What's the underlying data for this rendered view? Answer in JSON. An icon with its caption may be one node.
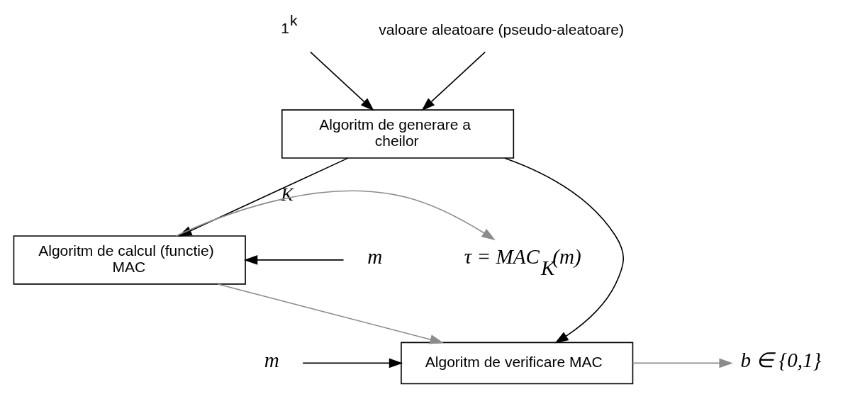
{
  "diagram": {
    "nodes": [
      {
        "text": [
          "1$^{k}$"
        ]
      },
      {
        "text": [
          "valoare aleatoare (pseudo-aleatoare)"
        ]
      },
      {
        "text": [
          "Algoritm de generare a cheilor"
        ]
      },
      {
        "text": [
          "Algoritm de calcul (functie) MAC"
        ]
      },
      {
        "text": [
          "Algoritm de verificare MAC"
        ]
      },
      {
        "text": [
          "m"
        ]
      },
      {
        "text": [
          "τ = MAC$_{K}$(m)"
        ]
      },
      {
        "text": [
          "b ∈ {0,1}"
        ]
      },
      {
        "text": [
          "m"
        ]
      }
    ],
    "edges": [
      {
        "from": 0,
        "to": 2,
        "arrow": "to"
      },
      {
        "from": 1,
        "to": 2,
        "arrow": "to"
      },
      {
        "from": 2,
        "to": 3,
        "arrow": "to",
        "label": "K"
      },
      {
        "from": 2,
        "to": 4,
        "arrow": "to"
      },
      {
        "from": 5,
        "to": 3,
        "arrow": "to"
      },
      {
        "from": 3,
        "to": 6,
        "arrow": "to",
        "color": "#8c8c8c"
      },
      {
        "from": 3,
        "to": 4,
        "arrow": "to",
        "color": "#8c8c8c"
      },
      {
        "from": 4,
        "to": 7,
        "arrow": "to",
        "color": "#8c8c8c"
      },
      {
        "from": 8,
        "to": 4,
        "arrow": "to"
      }
    ]
  }
}
